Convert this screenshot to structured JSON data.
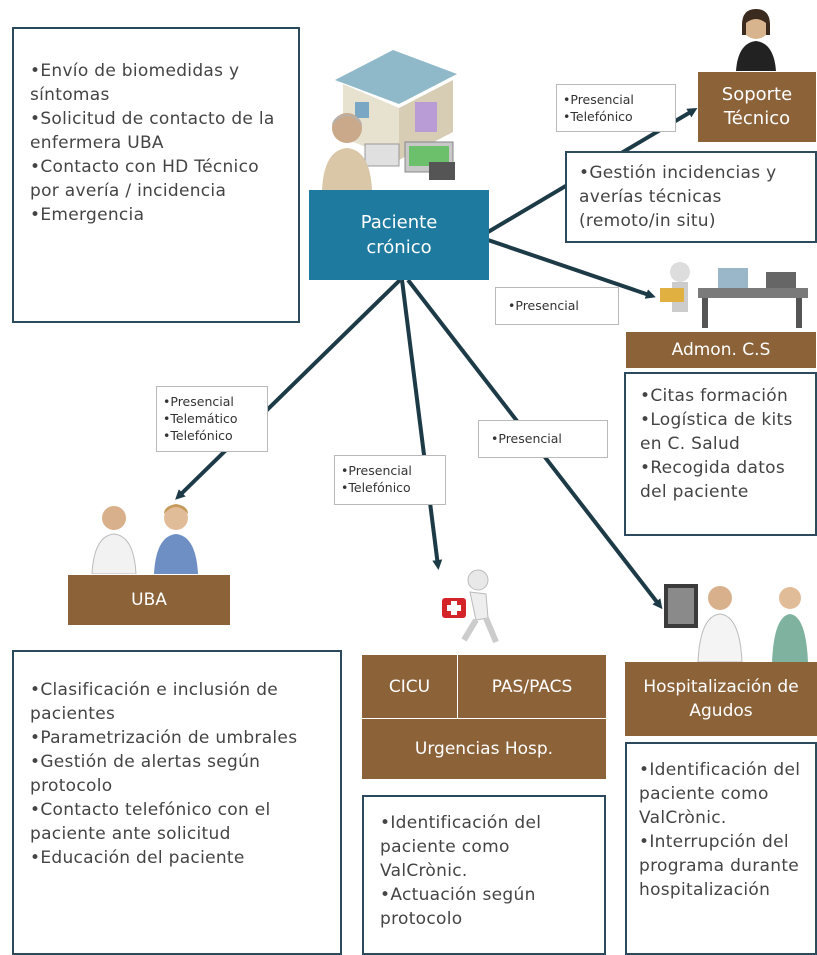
{
  "center": {
    "title_line1": "Paciente",
    "title_line2": "crónico"
  },
  "patient_box": {
    "items": [
      "Envío de biomedidas y síntomas",
      "Solicitud de contacto de la enfermera UBA",
      "Contacto con HD Técnico por avería / incidencia",
      "Emergencia"
    ]
  },
  "soporte": {
    "title_line1": "Soporte",
    "title_line2": "Técnico",
    "channels": [
      "Presencial",
      "Telefónico"
    ],
    "items": [
      "Gestión incidencias y averías técnicas (remoto/in situ)"
    ]
  },
  "admon": {
    "title": "Admon. C.S",
    "channels": [
      "Presencial"
    ],
    "items": [
      "Citas formación",
      "Logística de kits en C. Salud",
      "Recogida datos del paciente"
    ]
  },
  "uba": {
    "title": "UBA",
    "channels": [
      "Presencial",
      "Telemático",
      "Telefónico"
    ],
    "items": [
      "Clasificación e inclusión de pacientes",
      "Parametrización de umbrales",
      "Gestión de alertas según protocolo",
      "Contacto telefónico con el paciente ante solicitud",
      "Educación del paciente"
    ]
  },
  "urgencias": {
    "cicu": "CICU",
    "pas": "PAS/PACS",
    "title": "Urgencias Hosp.",
    "channels": [
      "Presencial",
      "Telefónico"
    ],
    "items": [
      "Identificación del paciente como ValCrònic.",
      "Actuación según protocolo"
    ]
  },
  "hospital": {
    "title_line1": "Hospitalización de",
    "title_line2": "Agudos",
    "channels": [
      "Presencial"
    ],
    "items": [
      "Identificación del paciente como ValCrònic.",
      "Interrupción del programa durante hospitalización"
    ]
  },
  "colors": {
    "brown": "#8c6239",
    "teal": "#1f7aa0",
    "line": "#1d3b47",
    "border": "#2b4a5e"
  }
}
